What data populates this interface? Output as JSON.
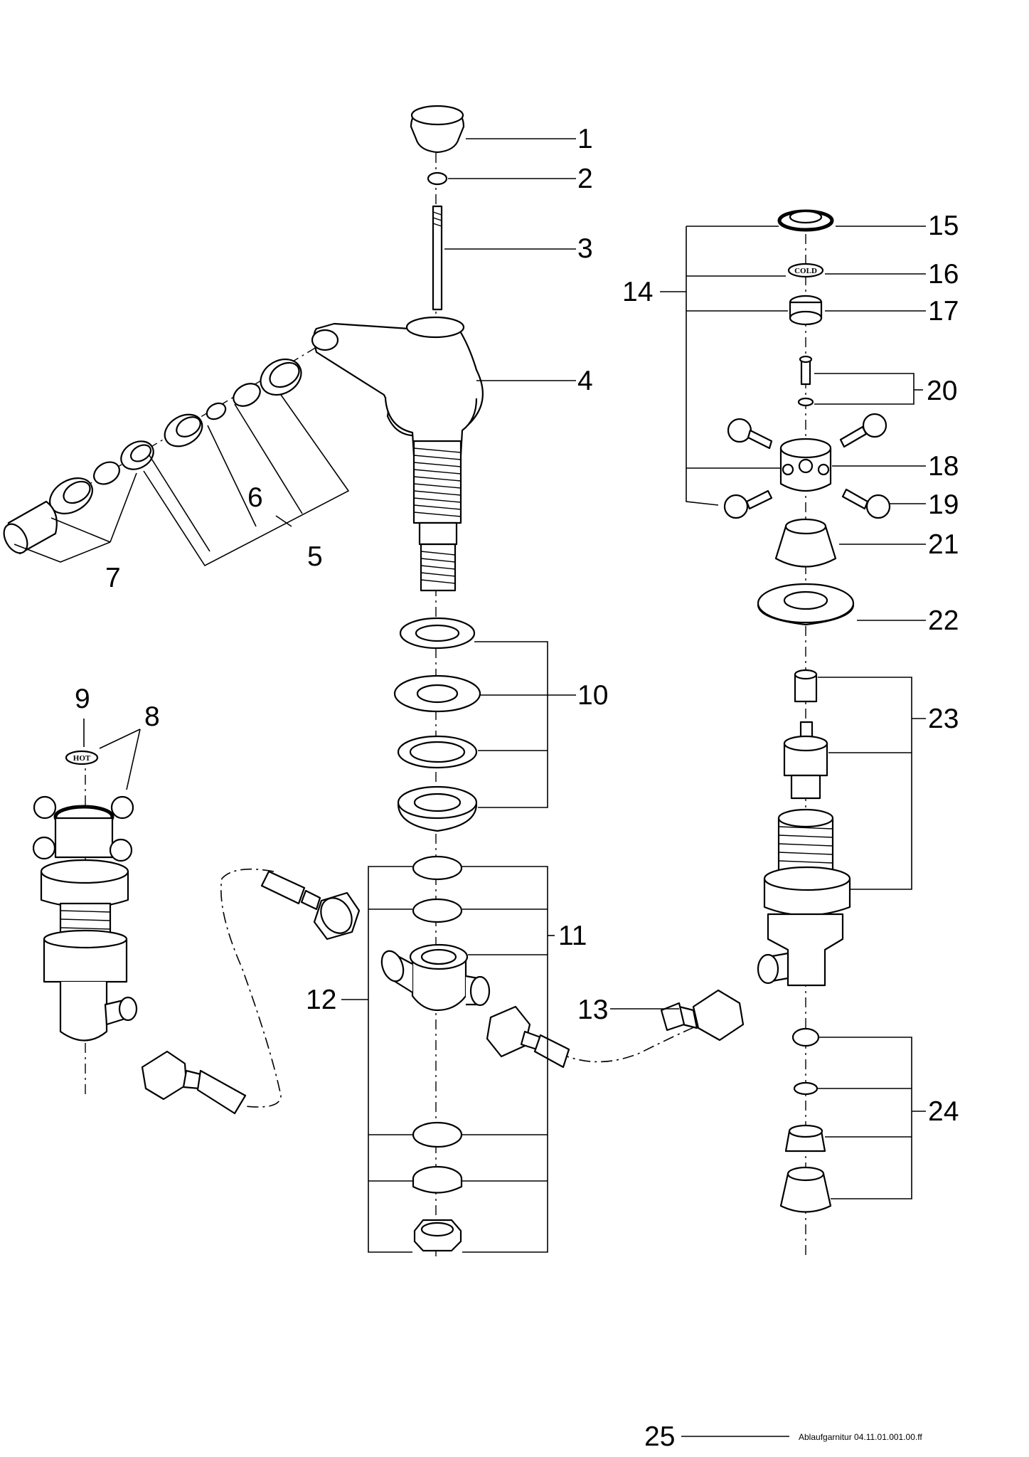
{
  "callouts": {
    "c1": "1",
    "c2": "2",
    "c3": "3",
    "c4": "4",
    "c5": "5",
    "c6": "6",
    "c7": "7",
    "c8": "8",
    "c9": "9",
    "c10": "10",
    "c11": "11",
    "c12": "12",
    "c13": "13",
    "c14": "14",
    "c15": "15",
    "c16": "16",
    "c17": "17",
    "c18": "18",
    "c19": "19",
    "c20": "20",
    "c21": "21",
    "c22": "22",
    "c23": "23",
    "c24": "24",
    "c25": "25"
  },
  "badges": {
    "cold": "COLD",
    "hot": "HOT"
  },
  "footer": {
    "reference": "Ablaufgarnitur 04.11.01.001.00.ff"
  }
}
